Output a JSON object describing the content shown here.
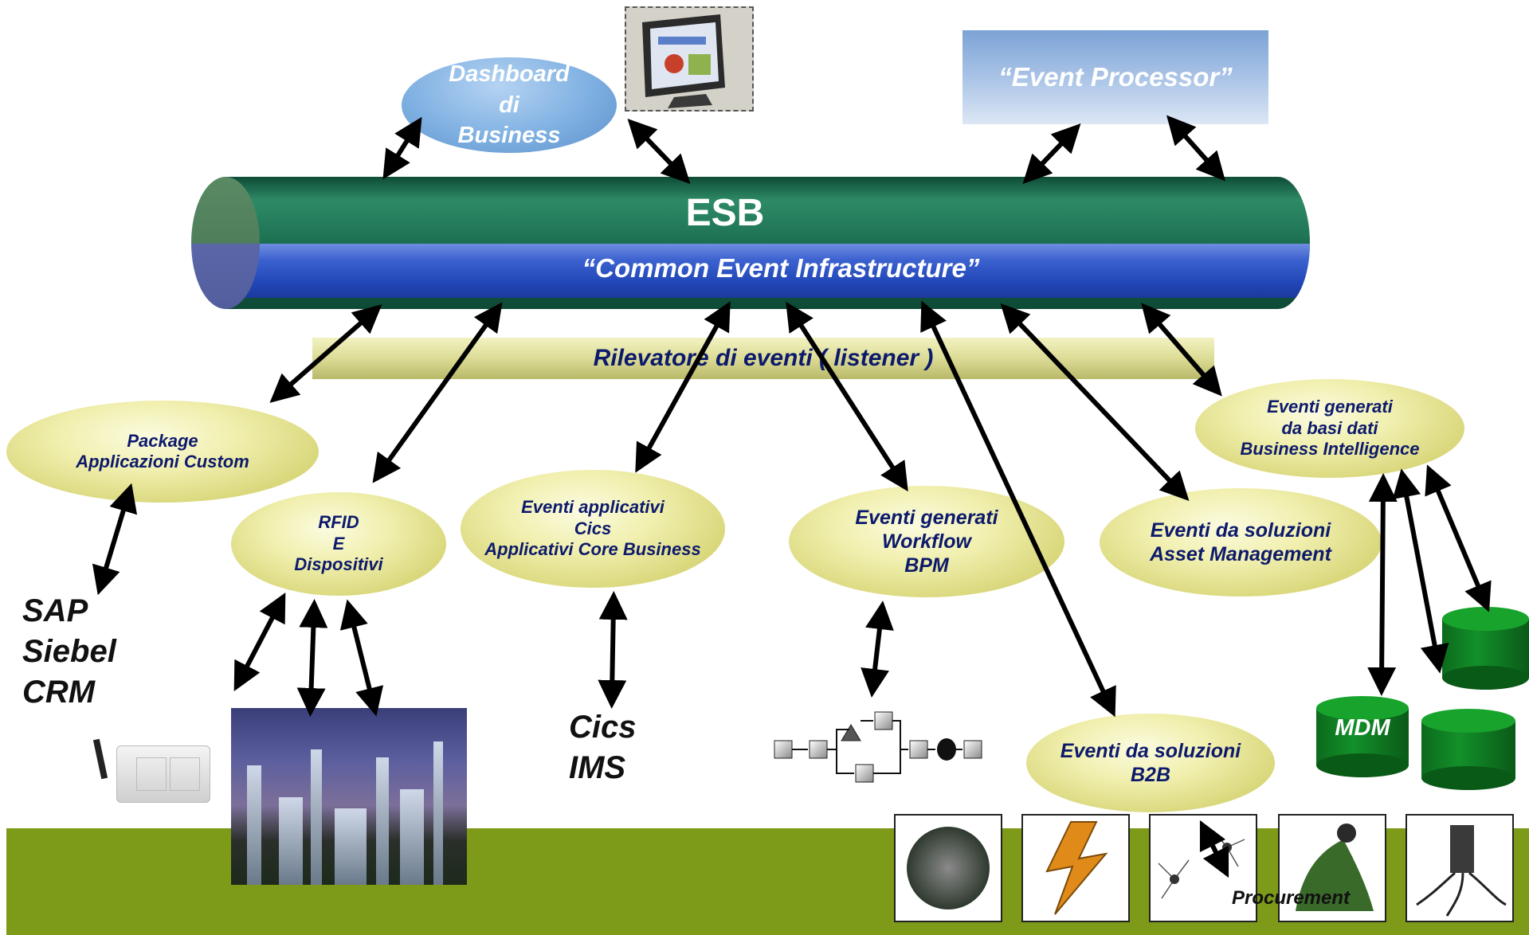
{
  "esb": {
    "title": "ESB",
    "subtitle": "“Common Event Infrastructure”"
  },
  "listener": "Rilevatore di eventi ( listener )",
  "dashboard": {
    "lines": [
      "Dashboard",
      "di",
      "Business"
    ]
  },
  "event_processor": "“Event Processor”",
  "nodes": {
    "package": [
      "Package",
      "Applicazioni Custom"
    ],
    "rfid": [
      "RFID",
      "E",
      "Dispositivi"
    ],
    "cics": [
      "Eventi applicativi",
      "Cics",
      "Applicativi Core Business"
    ],
    "workflow": [
      "Eventi generati",
      "Workflow",
      "BPM"
    ],
    "asset": [
      "Eventi da soluzioni",
      "Asset Management"
    ],
    "bi": [
      "Eventi generati",
      "da basi dati",
      "Business Intelligence"
    ],
    "b2b": [
      "Eventi da soluzioni",
      "B2B"
    ]
  },
  "sources": {
    "sap": [
      "SAP",
      "Siebel",
      "CRM"
    ],
    "cics_ims": [
      "Cics",
      "IMS"
    ],
    "mdm": "MDM",
    "procurement": "Procurement"
  },
  "colors": {
    "ground": "#7d9a18",
    "label": "#0d1a6b",
    "esb_green": "#1f7556",
    "esb_blue": "#2247b8",
    "database": "#13902a"
  }
}
